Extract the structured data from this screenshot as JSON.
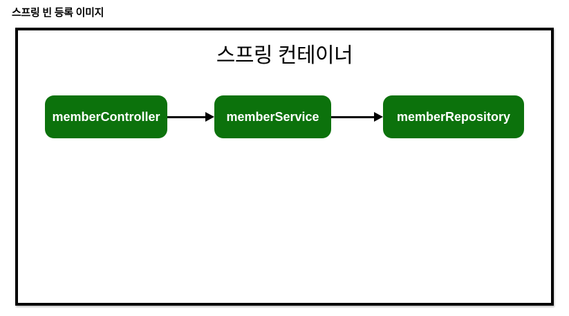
{
  "page_title": "스프링 빈 등록 이미지",
  "container": {
    "title": "스프링 컨테이너"
  },
  "beans": [
    {
      "id": "memberController",
      "label": "memberController"
    },
    {
      "id": "memberService",
      "label": "memberService"
    },
    {
      "id": "memberRepository",
      "label": "memberRepository"
    }
  ],
  "edges": [
    {
      "from": "memberController",
      "to": "memberService"
    },
    {
      "from": "memberService",
      "to": "memberRepository"
    }
  ],
  "colors": {
    "page_background": "#ffffff",
    "container_border": "#000000",
    "bean_background": "#0c720c",
    "bean_text": "#ffffff",
    "arrow": "#000000"
  }
}
